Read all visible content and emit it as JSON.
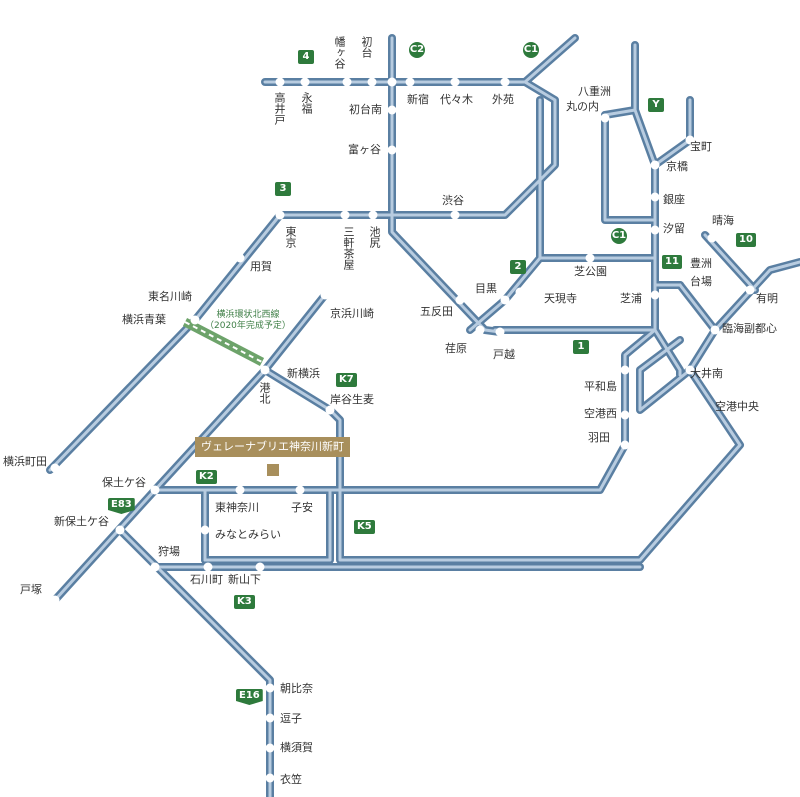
{
  "map": {
    "colors": {
      "road": "#5a7fa2",
      "road_inner": "#b8cce0",
      "route_badge": "#2e7a3c",
      "highlight": "#a88f5c",
      "planned_line": "#6da36a"
    },
    "property": {
      "name": "ヴェレーナブリエ神奈川新町"
    },
    "planned": {
      "line1": "横浜環状北西線",
      "line2": "（2020年完成予定）"
    },
    "routes": {
      "r4": "4",
      "c2": "C2",
      "c1_top": "C1",
      "y": "Y",
      "r3": "3",
      "r2": "2",
      "c1_mid": "C1",
      "r11": "11",
      "r10": "10",
      "r1": "1",
      "k7": "K7",
      "k2": "K2",
      "e83": "E83",
      "k5": "K5",
      "k3": "K3",
      "e16": "E16"
    },
    "stations": {
      "hatagaya": "幡ヶ谷",
      "hatsudai": "初台",
      "takaido": "高井戸",
      "eifuku": "永福",
      "hatsudaiminami": "初台南",
      "shinjuku": "新宿",
      "yoyogi": "代々木",
      "gaien": "外苑",
      "yaesu": "八重洲",
      "marunouchi": "丸の内",
      "takaracho": "宝町",
      "kyobashi": "京橋",
      "ginza": "銀座",
      "shiodome": "汐留",
      "harumi": "晴海",
      "tomigaya": "富ヶ谷",
      "shibuya": "渋谷",
      "tokyo": "東京",
      "sangenjaya": "三軒茶屋",
      "ikejiri": "池尻",
      "yoga": "用賀",
      "shibakoen": "芝公園",
      "toyosu": "豊洲",
      "daiba": "台場",
      "meguro": "目黒",
      "tengenji": "天現寺",
      "shibaura": "芝浦",
      "ariake": "有明",
      "tomeikawasaki": "東名川崎",
      "yokohamaaoba": "横浜青葉",
      "gotanda": "五反田",
      "keihinkawasaki": "京浜川崎",
      "ebara": "荏原",
      "togoshi": "戸越",
      "rinkai": "臨海副都心",
      "shinyokohama": "新横浜",
      "kohoku": "港北",
      "kishiya": "岸谷生麦",
      "heiwajima": "平和島",
      "ooi": "大井南",
      "kukochuo": "空港中央",
      "kukonishi": "空港西",
      "haneda": "羽田",
      "yokohamamachida": "横浜町田",
      "hodogaya": "保土ケ谷",
      "higashikanagawa": "東神奈川",
      "koyasu": "子安",
      "minatomirai": "みなとみらい",
      "shinhodogaya": "新保土ケ谷",
      "kariba": "狩場",
      "ishikawacho": "石川町",
      "shinyamashita": "新山下",
      "totsuka": "戸塚",
      "asahina": "朝比奈",
      "zushi": "逗子",
      "yokosuka": "横須賀",
      "kinugasa": "衣笠"
    }
  }
}
